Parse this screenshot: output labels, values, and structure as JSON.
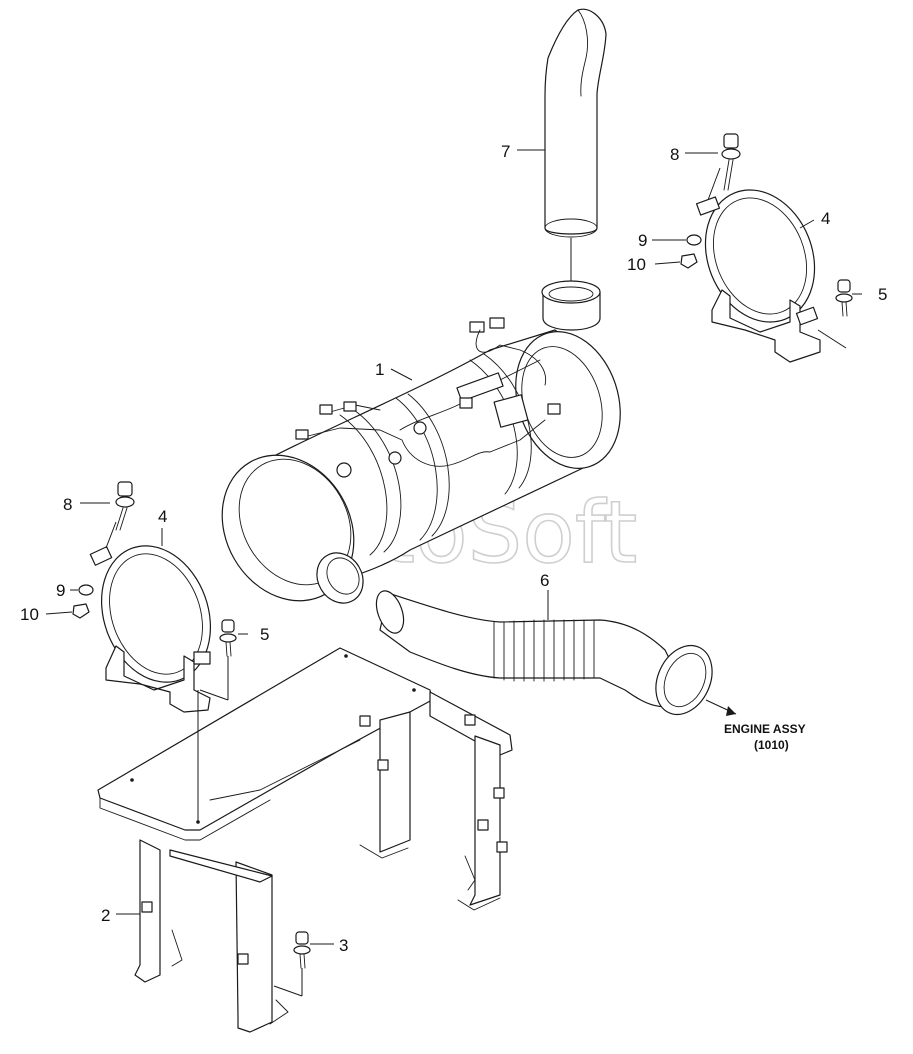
{
  "watermark": "AutoSoft",
  "callouts": {
    "c1": "1",
    "c2": "2",
    "c3": "3",
    "c4_right": "4",
    "c4_left": "4",
    "c5_right": "5",
    "c5_left": "5",
    "c6": "6",
    "c7": "7",
    "c8_right": "8",
    "c8_left": "8",
    "c9_right": "9",
    "c9_left": "9",
    "c10_right": "10",
    "c10_left": "10"
  },
  "engine_note": {
    "line1": "ENGINE ASSY",
    "line2": "(1010)"
  }
}
